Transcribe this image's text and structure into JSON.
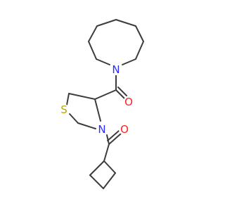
{
  "molecule": {
    "atoms": {
      "n_azepane": "N",
      "o_carbonyl_upper": "O",
      "s_thiazolidine": "S",
      "n_thiazolidine": "N",
      "o_carbonyl_lower": "O"
    },
    "colors": {
      "bond": "#3c3c3c",
      "nitrogen": "#2b2bff",
      "oxygen": "#ff2020",
      "sulfur": "#b8a800"
    }
  }
}
